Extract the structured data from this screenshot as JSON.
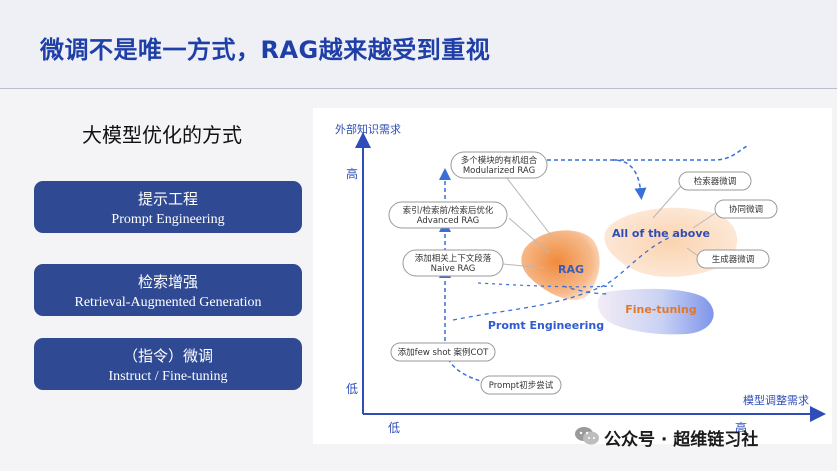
{
  "title": "微调不是唯一方式，RAG越来越受到重视",
  "subtitle": "大模型优化的方式",
  "cards": [
    {
      "zh": "提示工程",
      "en": "Prompt Engineering"
    },
    {
      "zh": "检索增强",
      "en": "Retrieval-Augmented Generation"
    },
    {
      "zh": "（指令）微调",
      "en": "Instruct / Fine-tuning"
    }
  ],
  "diagram": {
    "y_axis_label": "外部知识需求",
    "x_axis_label": "模型调整需求",
    "y_high": "高",
    "y_low": "低",
    "x_low": "低",
    "x_high": "高",
    "nodes": {
      "modular_zh": "多个模块的有机组合",
      "modular_en": "Modularized RAG",
      "advanced_zh": "索引/检索前/检索后优化",
      "advanced_en": "Advanced RAG",
      "naive_zh": "添加相关上下文段落",
      "naive_en": "Naive RAG",
      "fewshot": "添加few shot 案例COT",
      "prompt_try": "Prompt初步尝试",
      "retriever_ft": "检索器微调",
      "collab_ft": "协同微调",
      "generator_ft": "生成器微调"
    },
    "regions": {
      "rag": "RAG",
      "all_above": "All of the above",
      "fine_tuning": "Fine-tuning",
      "prompt_eng": "Promt Engineering"
    },
    "colors": {
      "accent_blue": "#3b6fd8",
      "rag_orange": "#f39a4f",
      "ft_orange": "#e0782c",
      "axis": "#2f4db8"
    }
  },
  "footer": {
    "text": "公众号 · 超维链习社",
    "icon": "wechat-icon"
  }
}
